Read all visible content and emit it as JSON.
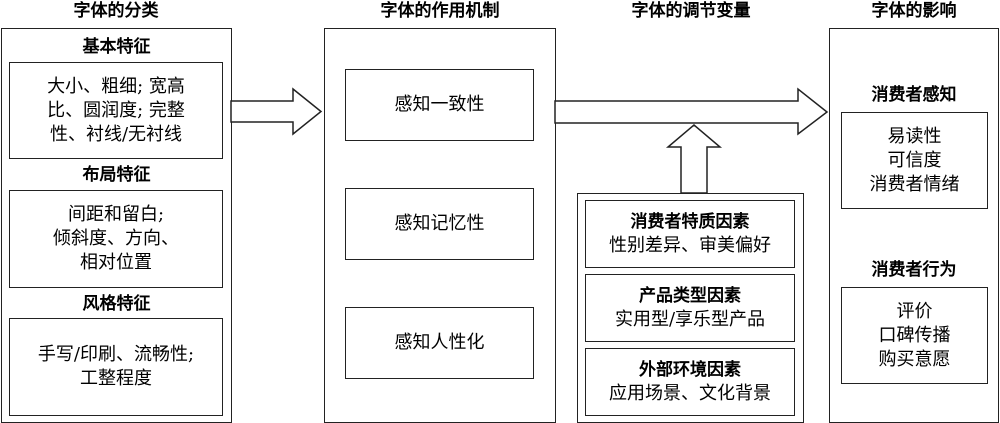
{
  "columns": {
    "classification": {
      "title": "字体的分类",
      "groups": [
        {
          "heading": "基本特征",
          "lines": [
            "大小、粗细; 宽高",
            "比、圆润度; 完整",
            "性、衬线/无衬线"
          ]
        },
        {
          "heading": "布局特征",
          "lines": [
            "间距和留白;",
            "倾斜度、方向、",
            "相对位置"
          ]
        },
        {
          "heading": "风格特征",
          "lines": [
            "手写/印刷、流畅性;",
            "工整程度"
          ]
        }
      ]
    },
    "mechanism": {
      "title": "字体的作用机制",
      "items": [
        "感知一致性",
        "感知记忆性",
        "感知人性化"
      ]
    },
    "moderators": {
      "title": "字体的调节变量",
      "items": [
        {
          "heading": "消费者特质因素",
          "detail": "性别差异、审美偏好"
        },
        {
          "heading": "产品类型因素",
          "detail": "实用型/享乐型产品"
        },
        {
          "heading": "外部环境因素",
          "detail": "应用场景、文化背景"
        }
      ]
    },
    "impact": {
      "title": "字体的影响",
      "groups": [
        {
          "heading": "消费者感知",
          "lines": [
            "易读性",
            "可信度",
            "消费者情绪"
          ]
        },
        {
          "heading": "消费者行为",
          "lines": [
            "评价",
            "口碑传播",
            "购买意愿"
          ]
        }
      ]
    }
  },
  "colors": {
    "stroke": "#222222",
    "background": "#ffffff"
  },
  "icons": [
    "right-arrow-icon",
    "right-arrow-icon",
    "up-arrow-icon"
  ]
}
